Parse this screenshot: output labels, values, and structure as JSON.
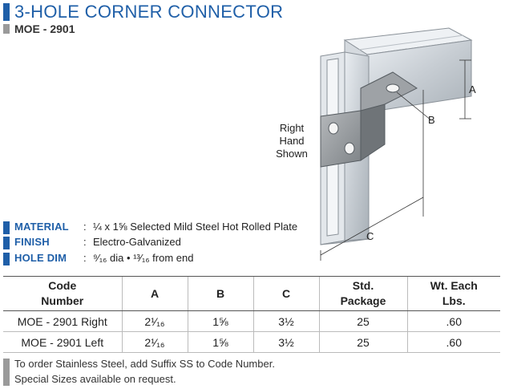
{
  "header": {
    "title": "3-HOLE CORNER CONNECTOR",
    "part_code": "MOE - 2901"
  },
  "illustration": {
    "hand_note": "Right Hand Shown",
    "dim_a": "A",
    "dim_b": "B",
    "dim_c": "C"
  },
  "specs": [
    {
      "key": "MATERIAL",
      "value": "¼ x 1⅝ Selected Mild Steel Hot Rolled Plate"
    },
    {
      "key": "FINISH",
      "value": "Electro-Galvanized"
    },
    {
      "key": "HOLE DIM",
      "value": "⁹⁄₁₆ dia • ¹³⁄₁₆ from end"
    }
  ],
  "table": {
    "headers": [
      "Code Number",
      "A",
      "B",
      "C",
      "Std. Package",
      "Wt. Each Lbs."
    ],
    "rows": [
      [
        "MOE - 2901 Right",
        "2¹⁄₁₆",
        "1⅝",
        "3½",
        "25",
        ".60"
      ],
      [
        "MOE - 2901 Left",
        "2¹⁄₁₆",
        "1⅝",
        "3½",
        "25",
        ".60"
      ]
    ]
  },
  "notes": [
    "To order Stainless Steel, add Suffix SS to Code Number.",
    "Special Sizes available on request."
  ],
  "colors": {
    "accent": "#1f5fa8",
    "secondary": "#9a9a9a"
  }
}
